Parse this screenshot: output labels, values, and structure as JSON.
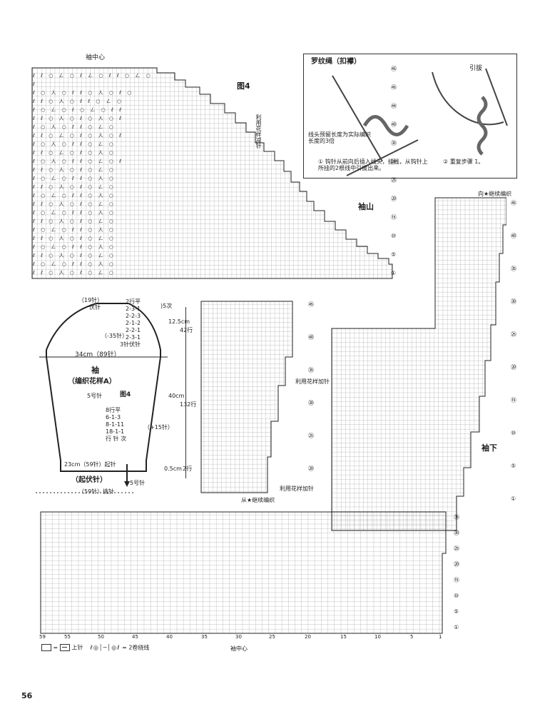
{
  "fig1": {
    "title": "图4",
    "center_label": "袖中心",
    "note_use_pattern_dec": "利用花样减针",
    "region_label": "袖山",
    "row_markers": [
      "①",
      "⑤",
      "⑩",
      "⑮",
      "⑳",
      "㉕",
      "㉚",
      "㉟",
      "㊵",
      "㊹",
      "㊺",
      "㊻"
    ]
  },
  "inset": {
    "title": "罗纹绳（扣襻）",
    "pull_label": "引拔",
    "note_yarn": "线头预留长度为实际编织长度的3倍",
    "step1": "① 钩针从前向后插入线头，挂线，从钩针上所挂的2根线中引拔出来。",
    "step2": "② 重复步骤 1。"
  },
  "schematic": {
    "top_sts": "（19针）",
    "bind_off": "伏针",
    "dec_table": [
      "2行平",
      "2-3-1",
      "2-2-3",
      "2-1-2",
      "2-2-1",
      "2-3-1",
      "3针伏针"
    ],
    "dec_label": ")5次",
    "dec_total": "（-35针）",
    "width_label": "34cm（89针）",
    "piece_name": "袖",
    "pattern_name": "（编织花样A）",
    "needle_size": "5号针",
    "fig_ref": "图4",
    "inc_table": [
      "8行平",
      "6-1-3",
      "8-1-11",
      "18-1-1",
      "行 针 次"
    ],
    "inc_total": "（+15针）",
    "bottom_label": "23cm（59针）起针",
    "cast_on_title": "（起伏针）",
    "cast_on_needle": "5号针",
    "pick_up": "（59针）挑针",
    "h1": "12.5cm",
    "h1_rows": "42行",
    "h2": "40cm",
    "h2_rows": "132行",
    "h3": "0.5cm",
    "h3_rows": "2行"
  },
  "fig2": {
    "note_inc": "利用花样加针",
    "note_inc2": "利用花样加针",
    "note_bottom": "从★继续编织",
    "row_markers": [
      "㊺",
      "㊵",
      "㉟",
      "㉚",
      "㉕",
      "⑳"
    ]
  },
  "fig3": {
    "top_note": "向★继续编织",
    "region_label": "袖下",
    "row_markers": [
      "㊺",
      "㊵",
      "㉟",
      "㉚",
      "㉕",
      "⑳",
      "⑮",
      "⑩",
      "⑤",
      "①"
    ]
  },
  "fig4": {
    "row_markers": [
      "㉟",
      "㉚",
      "㉕",
      "⑳",
      "⑮",
      "⑩",
      "⑤",
      "①"
    ],
    "x_ticks": [
      "59",
      "55",
      "50",
      "45",
      "40",
      "35",
      "30",
      "25",
      "20",
      "15",
      "10",
      "5",
      "1"
    ],
    "center_label": "袖中心"
  },
  "legend": {
    "equals": "=",
    "knit_label": "上针",
    "wrap_label": "= 2卷绕线"
  },
  "page_number": "56"
}
